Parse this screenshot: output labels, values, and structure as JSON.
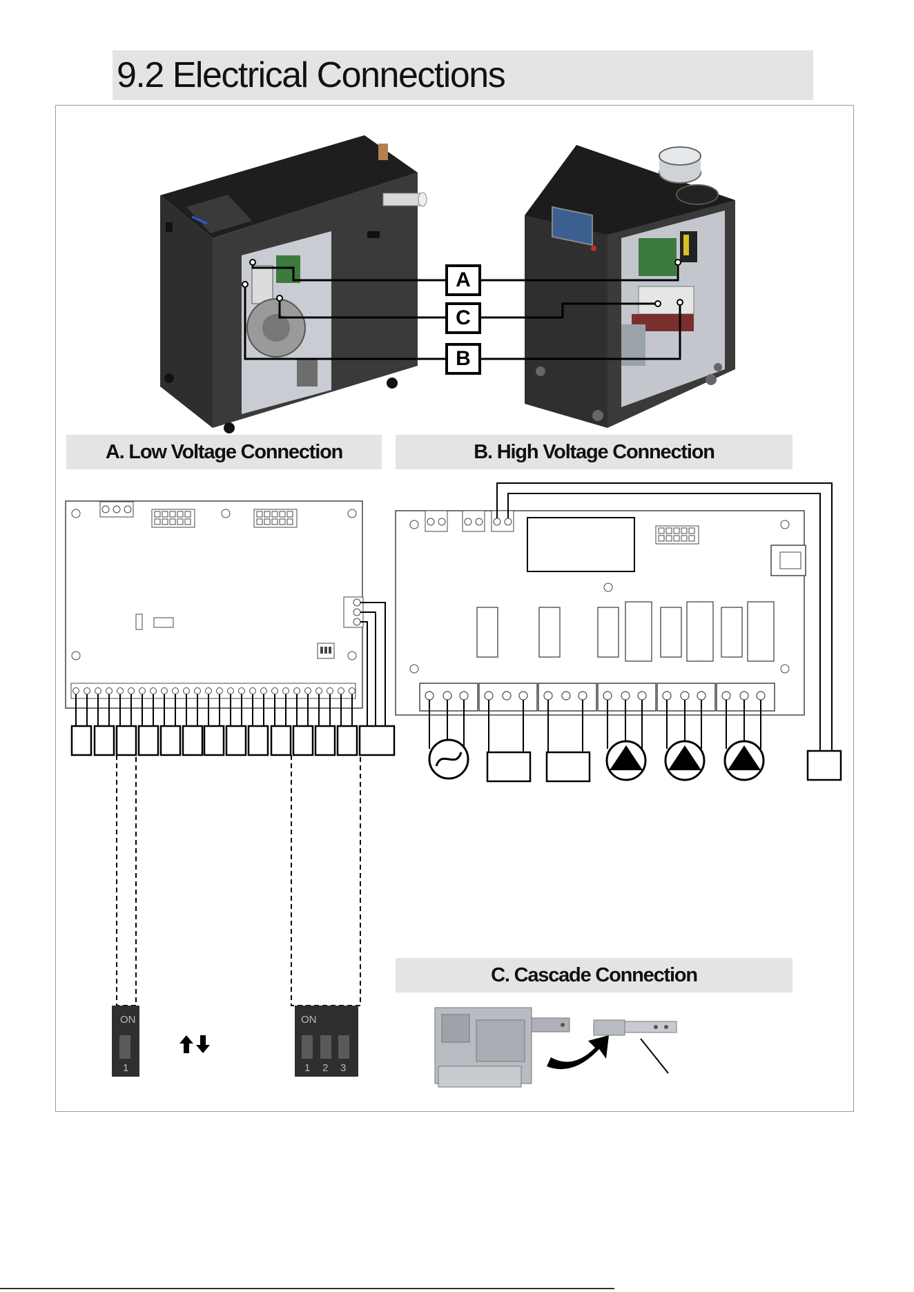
{
  "page": {
    "title": "9.2  Electrical Connections"
  },
  "callouts": {
    "a": "A",
    "b": "B",
    "c": "C"
  },
  "sections": {
    "low_voltage": "A. Low Voltage Connection",
    "high_voltage": "B. High Voltage Connection",
    "cascade": "C. Cascade Connection"
  },
  "dip_switches": {
    "single": {
      "on_label": "ON",
      "positions": [
        "1"
      ]
    },
    "triple": {
      "on_label": "ON",
      "positions": [
        "1",
        "2",
        "3"
      ]
    }
  },
  "colors": {
    "cabinet": "#2b2b2b",
    "cabinet_top": "#1c1c1c",
    "bar_grey": "#e4e4e4",
    "dip_body": "#2f2f2f",
    "pcb_green": "#3d7a3d"
  },
  "icons": [
    "power-supply-icon",
    "pump-icon",
    "arrow-up-down-icon",
    "curved-arrow-icon"
  ]
}
